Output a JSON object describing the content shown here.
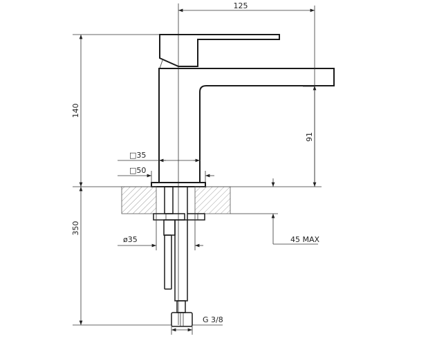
{
  "dimensions": {
    "spout_reach": "125",
    "total_height": "140",
    "spout_height": "91",
    "body_square": "□35",
    "base_square": "□50",
    "hole_diameter": "ø35",
    "max_thickness": "45 MAX",
    "hose_length": "350",
    "connection": "G 3/8"
  }
}
